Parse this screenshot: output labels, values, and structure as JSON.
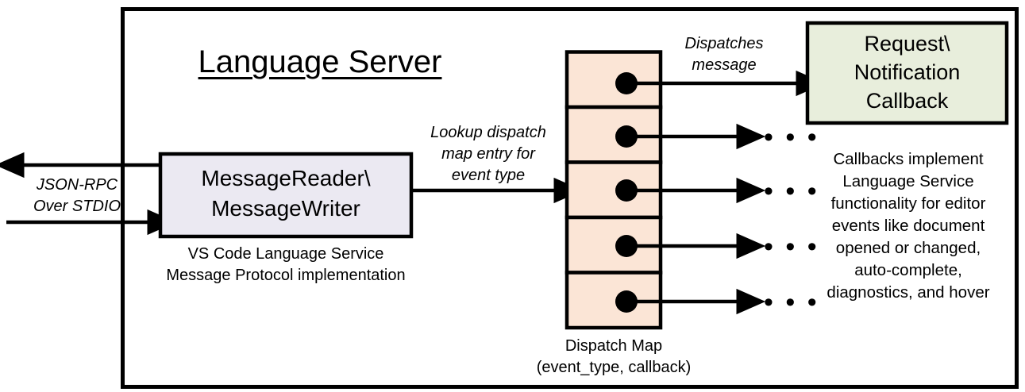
{
  "diagram": {
    "title": "Language Server",
    "outer_border_color": "#000000",
    "background": "#ffffff"
  },
  "external_io": {
    "label_line1": "JSON-RPC",
    "label_line2": "Over STDIO",
    "outbound_arrow_name": "outbound-jsonrpc-arrow",
    "inbound_arrow_name": "inbound-jsonrpc-arrow"
  },
  "message_io_box": {
    "line1": "MessageReader\\",
    "line2": "MessageWriter",
    "fill": "#ebe9f2",
    "stroke": "#000000",
    "caption_line1": "VS Code Language Service",
    "caption_line2": "Message Protocol implementation"
  },
  "lookup_annotation": {
    "line1": "Lookup dispatch",
    "line2": "map entry for",
    "line3": "event type"
  },
  "dispatch_map": {
    "fill": "#fbe5d6",
    "stroke": "#000000",
    "rows": [
      {
        "id": "row-1"
      },
      {
        "id": "row-2"
      },
      {
        "id": "row-3"
      },
      {
        "id": "row-4"
      },
      {
        "id": "row-5"
      }
    ],
    "caption_line1": "Dispatch Map",
    "caption_line2": "(event_type, callback)"
  },
  "dispatch_annotation": {
    "line1": "Dispatches",
    "line2": "message"
  },
  "callback_box": {
    "line1": "Request\\",
    "line2": "Notification",
    "line3": "Callback",
    "fill": "#e8eedc",
    "stroke": "#000000"
  },
  "callback_description": {
    "line1": "Callbacks implement",
    "line2": "Language Service",
    "line3": "functionality for editor",
    "line4": "events like document",
    "line5": "opened or changed,",
    "line6": "auto-complete,",
    "line7": "diagnostics, and hover"
  },
  "ellipses": {
    "glyph": "• • •",
    "count": 4
  }
}
